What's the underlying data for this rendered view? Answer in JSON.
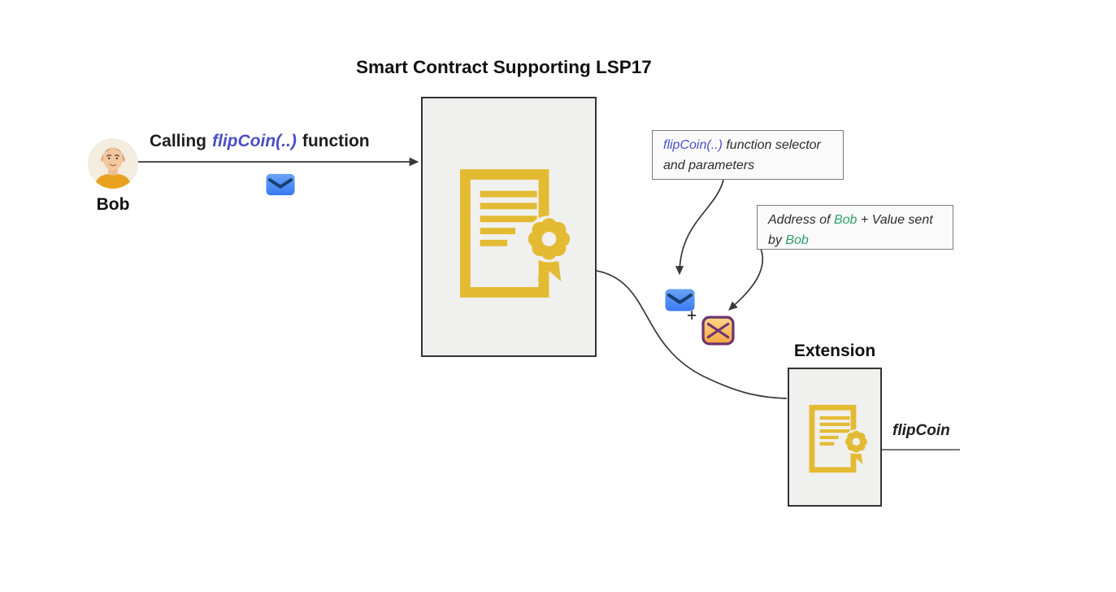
{
  "title": "Smart Contract Supporting LSP17",
  "actor": {
    "name": "Bob"
  },
  "calling_label": {
    "prefix": "Calling",
    "func": "flipCoin(..)",
    "suffix": "function"
  },
  "notes": {
    "selector": {
      "func": "flipCoin(..)",
      "rest": " function selector and parameters"
    },
    "address": {
      "p1": "Address of ",
      "bob1": "Bob",
      "p2": " + Value sent by ",
      "bob2": "Bob"
    }
  },
  "plus_sign": "+",
  "extension": {
    "title": "Extension",
    "function_label": "flipCoin"
  },
  "icons": {
    "avatar": "bob-avatar",
    "blue_envelope": "blue-message-envelope",
    "orange_envelope": "orange-message-envelope",
    "certificate": "contract-certificate"
  },
  "colors": {
    "certificate_yellow": "#E3BB33",
    "container_fill": "#F0F0EE",
    "container_border": "#333333",
    "note_fill": "#FAFAFA",
    "note_border": "#7A7A7A",
    "function_blue": "#4A4FC3",
    "bob_green": "#2E9E68",
    "envelope_blue": "#4186F4",
    "envelope_flap_navy": "#16406F",
    "envelope_orange": "#F9B659",
    "envelope_border_plum": "#6E3570",
    "connector": "#383838",
    "text_dark": "#1F1F1F"
  }
}
